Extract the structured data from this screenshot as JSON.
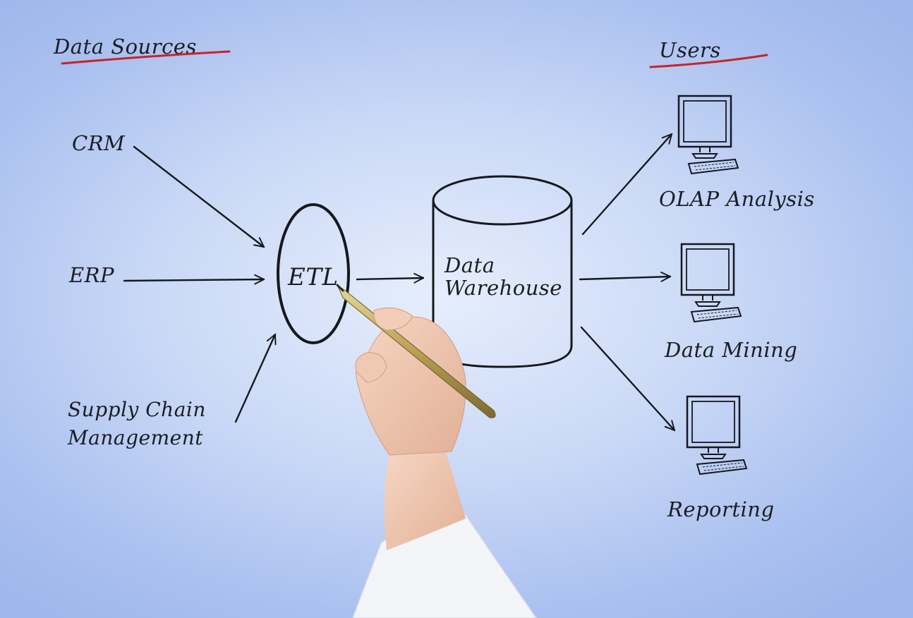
{
  "headers": {
    "sources": "Data Sources",
    "users": "Users"
  },
  "sources": [
    {
      "label": "CRM"
    },
    {
      "label": "ERP"
    },
    {
      "label_line1": "Supply Chain",
      "label_line2": "Management"
    }
  ],
  "process": {
    "label": "ETL"
  },
  "warehouse": {
    "label_line1": "Data",
    "label_line2": "Warehouse"
  },
  "outputs": [
    {
      "label": "OLAP Analysis"
    },
    {
      "label": "Data Mining"
    },
    {
      "label": "Reporting"
    }
  ],
  "colors": {
    "ink": "#15181e",
    "underline": "#c8232b",
    "background": "#c9d8f6"
  },
  "icons": {
    "computer": "computer-monitor-icon",
    "hand": "hand-with-pen"
  }
}
